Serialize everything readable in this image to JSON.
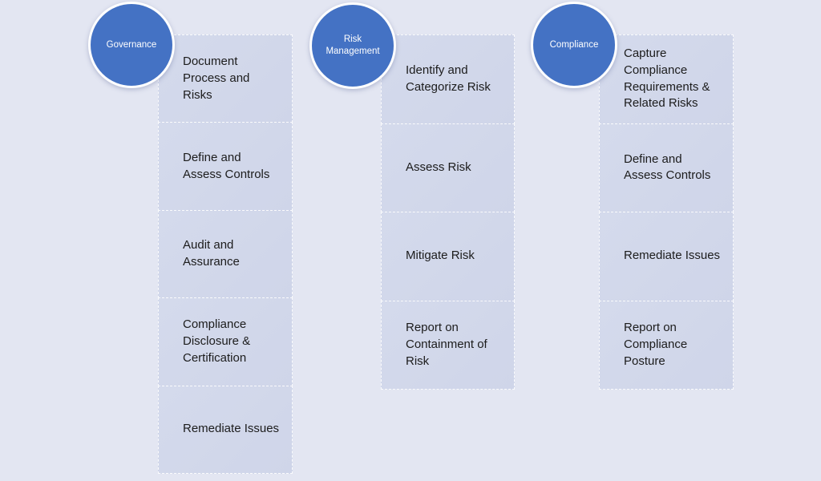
{
  "colors": {
    "background": "#e3e6f2",
    "circle_fill": "#4472c4",
    "circle_border": "#ffffff",
    "box_fill": "#d2d8eb",
    "text": "#1c1c1c",
    "circle_text": "#ffffff"
  },
  "diagram": {
    "groups": [
      {
        "label": "Governance",
        "items": [
          "Document Process and Risks",
          "Define and Assess Controls",
          "Audit and Assurance",
          "Compliance Disclosure & Certification",
          "Remediate Issues"
        ]
      },
      {
        "label": "Risk Management",
        "items": [
          "Identify and Categorize Risk",
          "Assess Risk",
          "Mitigate Risk",
          "Report on Containment of Risk"
        ]
      },
      {
        "label": "Compliance",
        "items": [
          "Capture Compliance Requirements & Related Risks",
          "Define and Assess Controls",
          "Remediate Issues",
          "Report on Compliance Posture"
        ]
      }
    ]
  }
}
